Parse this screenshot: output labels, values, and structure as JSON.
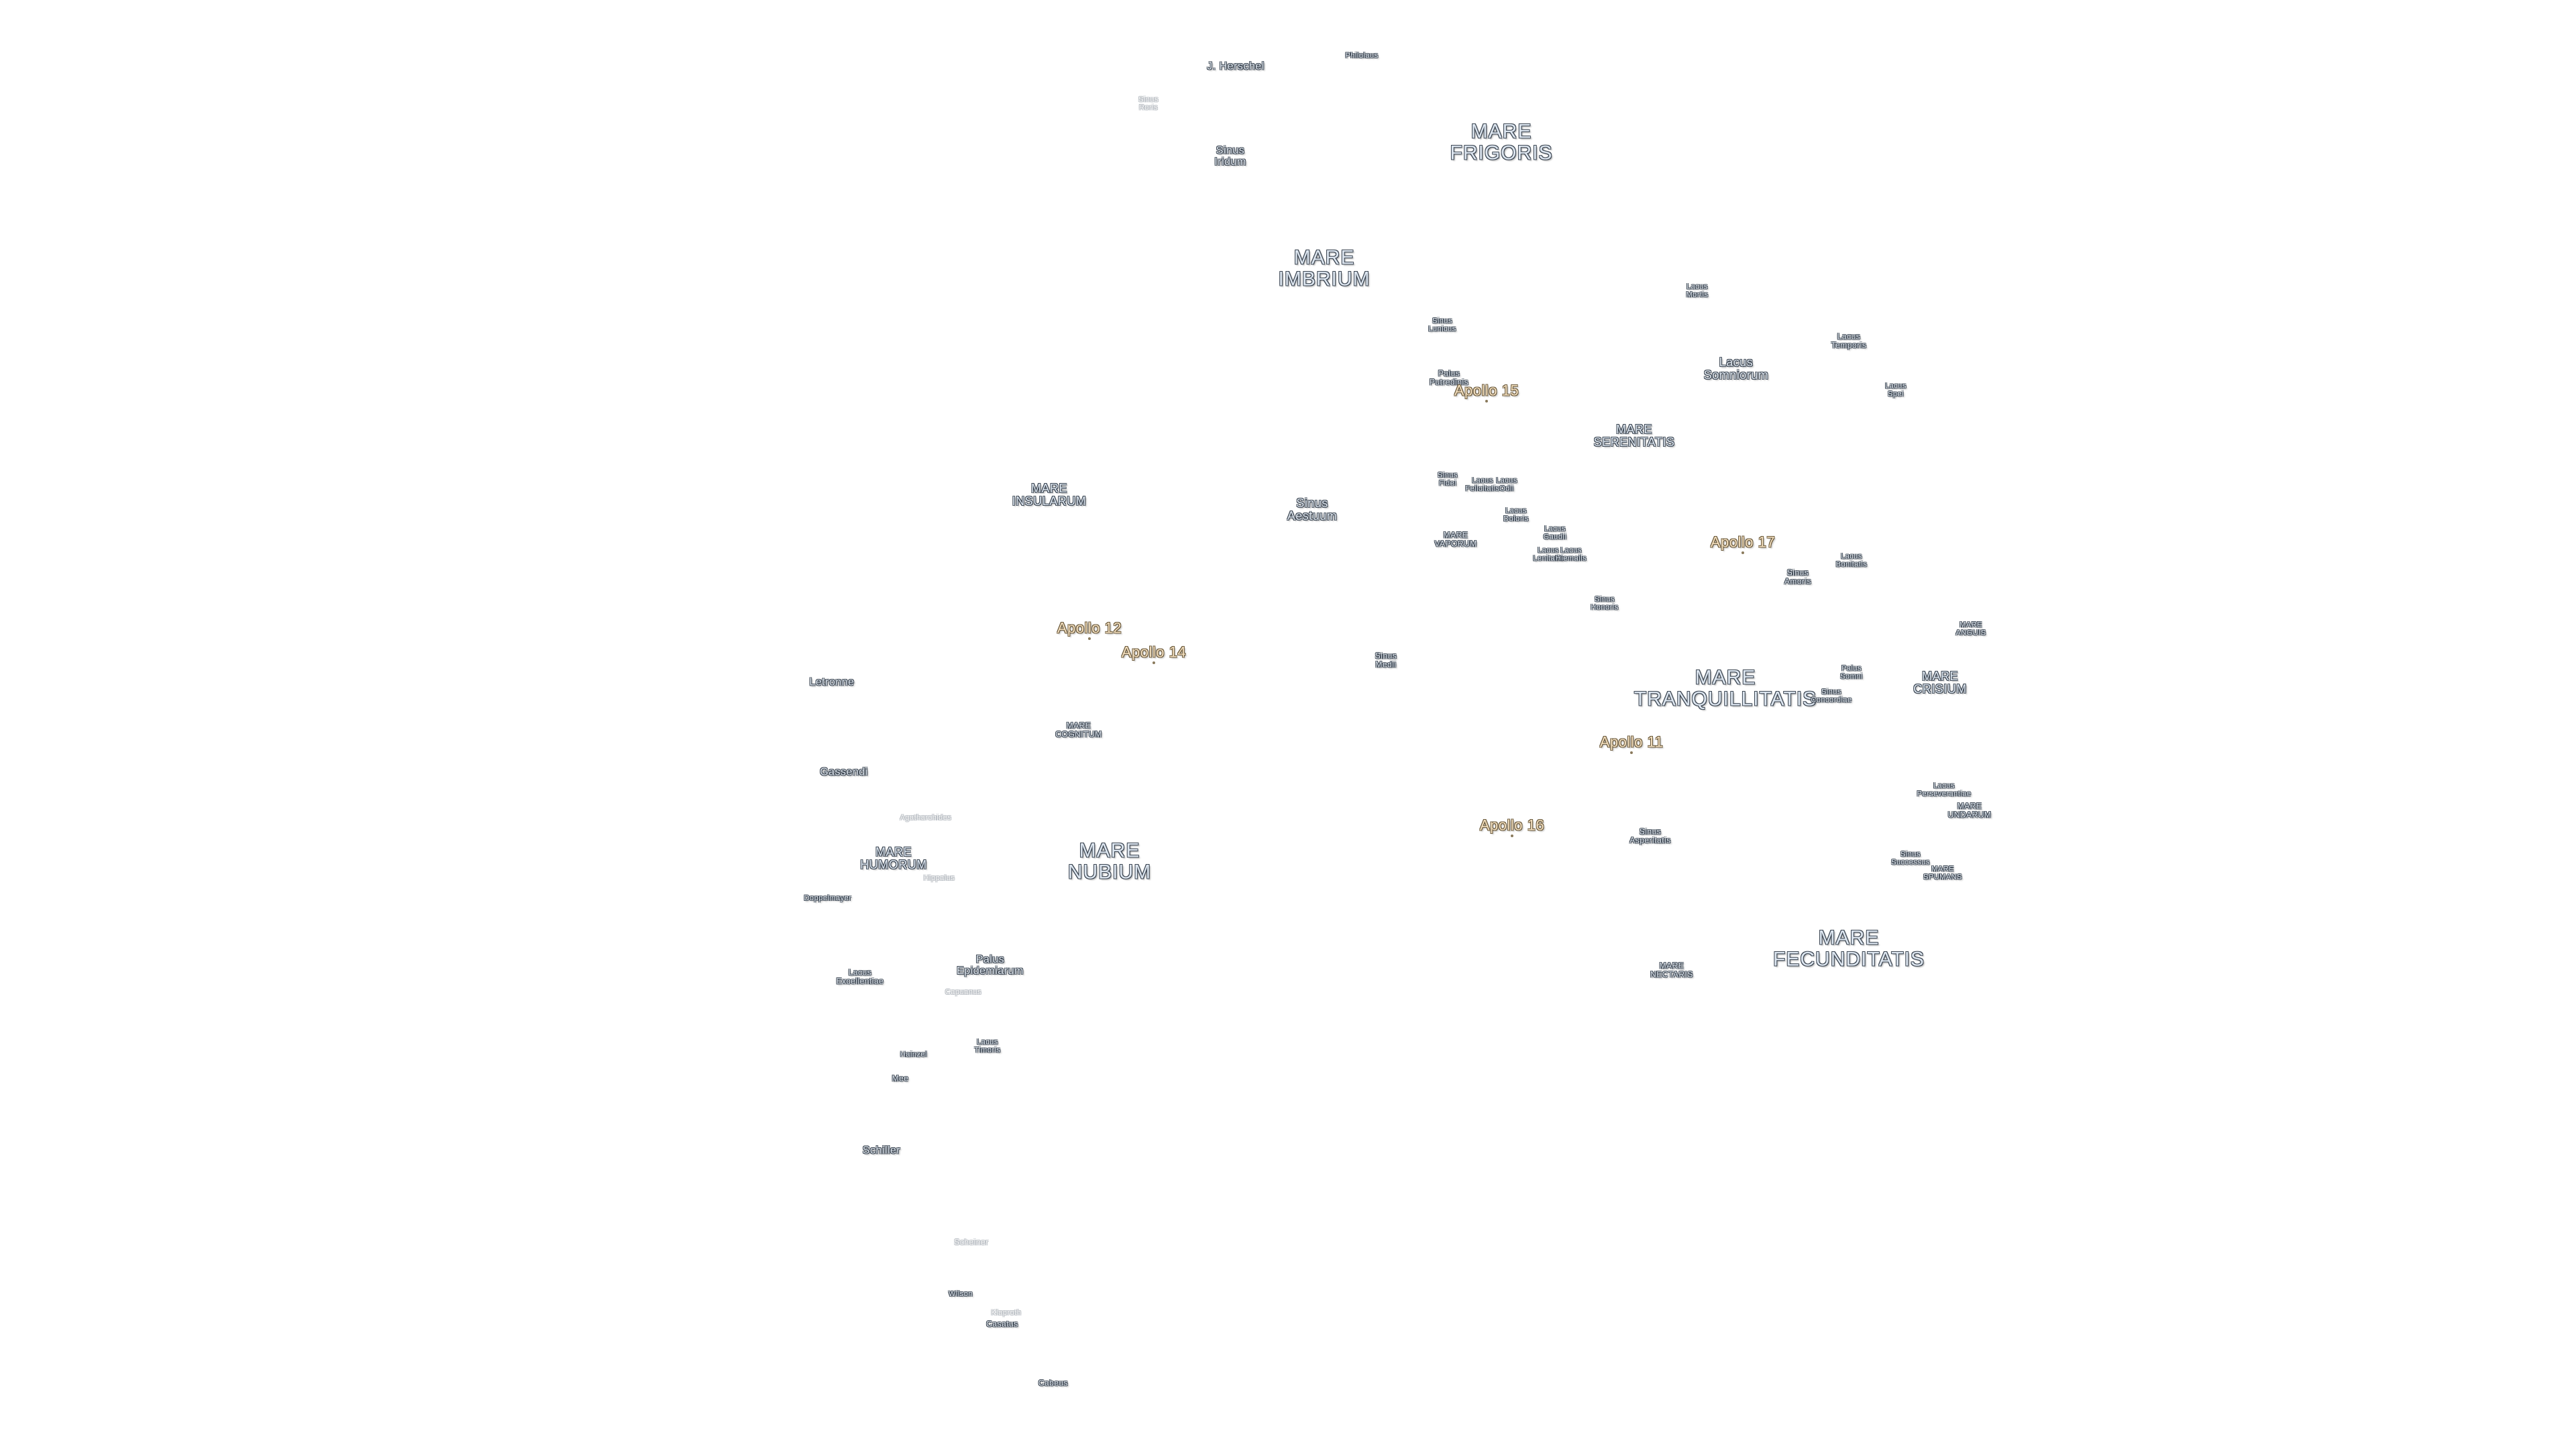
{
  "labels": [
    {
      "text": "Philolaus",
      "kind": "tiny"
    },
    {
      "text": "J. Herschel",
      "kind": "crater"
    },
    {
      "text": "Sinus\nRoris",
      "kind": "tiny",
      "faded": true
    },
    {
      "text": "MARE\nFRIGORIS",
      "kind": "mare"
    },
    {
      "text": "Sinus\nIridum",
      "kind": "crater"
    },
    {
      "text": "MARE\nIMBRIUM",
      "kind": "mare"
    },
    {
      "text": "Sinus\nLunicus",
      "kind": "tiny"
    },
    {
      "text": "Lacus\nMortis",
      "kind": "tiny"
    },
    {
      "text": "Lacus\nTemporis",
      "kind": "crater-s"
    },
    {
      "text": "Lacus\nSomniorum",
      "kind": "sinus"
    },
    {
      "text": "Palus\nPutredinis",
      "kind": "crater-s"
    },
    {
      "text": "Lacus\nSpei",
      "kind": "tiny"
    },
    {
      "text": "MARE\nSERENITATIS",
      "kind": "mare-s"
    },
    {
      "text": "MARE\nINSULARUM",
      "kind": "mare-s"
    },
    {
      "text": "Sinus\nAestuum",
      "kind": "sinus"
    },
    {
      "text": "Sinus\nFidei",
      "kind": "tiny"
    },
    {
      "text": "Lacus\nFelicitatis",
      "kind": "tiny"
    },
    {
      "text": "Lacus\nOdii",
      "kind": "tiny"
    },
    {
      "text": "Lacus\nDoloris",
      "kind": "tiny"
    },
    {
      "text": "MARE\nVAPORUM",
      "kind": "crater-s"
    },
    {
      "text": "Lacus\nGaudii",
      "kind": "tiny"
    },
    {
      "text": "Lacus\nLenitatis",
      "kind": "tiny"
    },
    {
      "text": "Lacus\nHiemalis",
      "kind": "tiny"
    },
    {
      "text": "Lacus\nBonitatis",
      "kind": "tiny"
    },
    {
      "text": "Sinus\nAmoris",
      "kind": "crater-s"
    },
    {
      "text": "Sinus\nHonoris",
      "kind": "tiny"
    },
    {
      "text": "MARE\nANGUIS",
      "kind": "tiny"
    },
    {
      "text": "Sinus\nMedii",
      "kind": "crater-s"
    },
    {
      "text": "Letronne",
      "kind": "crater"
    },
    {
      "text": "Palus\nSomni",
      "kind": "tiny"
    },
    {
      "text": "MARE\nTRANQUILLITATIS",
      "kind": "mare"
    },
    {
      "text": "MARE\nCRISIUM",
      "kind": "mare-s"
    },
    {
      "text": "Sinus\nConcordiae",
      "kind": "tiny"
    },
    {
      "text": "MARE\nCOGNITUM",
      "kind": "crater-s"
    },
    {
      "text": "Gassendi",
      "kind": "crater"
    },
    {
      "text": "Lacus\nPerseverantiae",
      "kind": "tiny"
    },
    {
      "text": "MARE\nUNDARUM",
      "kind": "crater-s"
    },
    {
      "text": "Agatharchides",
      "kind": "tiny",
      "faded": true
    },
    {
      "text": "Sinus\nAsperitatis",
      "kind": "crater-s"
    },
    {
      "text": "MARE\nHUMORUM",
      "kind": "mare-s"
    },
    {
      "text": "MARE\nNUBIUM",
      "kind": "mare"
    },
    {
      "text": "Hippalus",
      "kind": "tiny",
      "faded": true
    },
    {
      "text": "Sinus\nSuccessus",
      "kind": "tiny"
    },
    {
      "text": "MARE\nSPUMANS",
      "kind": "tiny"
    },
    {
      "text": "Doppelmayer",
      "kind": "tiny"
    },
    {
      "text": "MARE\nFECUNDITATIS",
      "kind": "mare"
    },
    {
      "text": "MARE\nNECTARIS",
      "kind": "crater-s"
    },
    {
      "text": "Palus\nEpidemiarum",
      "kind": "crater"
    },
    {
      "text": "Lacus\nExcellentiae",
      "kind": "crater-s"
    },
    {
      "text": "Capuanus",
      "kind": "tiny",
      "faded": true
    },
    {
      "text": "Lacus\nTimoris",
      "kind": "tiny"
    },
    {
      "text": "Hainzel",
      "kind": "tiny"
    },
    {
      "text": "Mee",
      "kind": "crater-s"
    },
    {
      "text": "Schiller",
      "kind": "crater"
    },
    {
      "text": "Scheiner",
      "kind": "crater-s",
      "faded": true
    },
    {
      "text": "Wilson",
      "kind": "tiny"
    },
    {
      "text": "Klaproth",
      "kind": "tiny",
      "faded": true
    },
    {
      "text": "Casatus",
      "kind": "crater-s"
    },
    {
      "text": "Cabeus",
      "kind": "crater-s"
    }
  ],
  "apollo_sites": [
    {
      "text": "Apollo 15"
    },
    {
      "text": "Apollo 17"
    },
    {
      "text": "Apollo 12"
    },
    {
      "text": "Apollo 14"
    },
    {
      "text": "Apollo 11"
    },
    {
      "text": "Apollo 16"
    }
  ]
}
